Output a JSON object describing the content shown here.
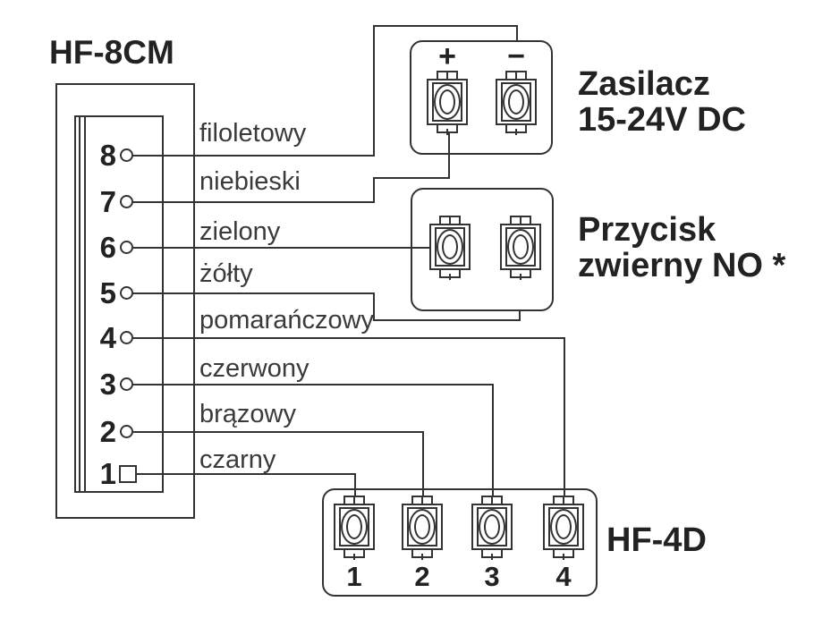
{
  "diagram": {
    "title": "HF-8CM",
    "connector": {
      "pins": [
        {
          "number": "8",
          "wire_label": "filoletowy"
        },
        {
          "number": "7",
          "wire_label": "niebieski"
        },
        {
          "number": "6",
          "wire_label": "zielony"
        },
        {
          "number": "5",
          "wire_label": "żółty"
        },
        {
          "number": "4",
          "wire_label": "pomarańczowy"
        },
        {
          "number": "3",
          "wire_label": "czerwony"
        },
        {
          "number": "2",
          "wire_label": "brązowy"
        },
        {
          "number": "1",
          "wire_label": "czarny"
        }
      ]
    },
    "power_supply": {
      "terminal_plus": "+",
      "terminal_minus": "−",
      "label_line1": "Zasilacz",
      "label_line2": "15-24V DC"
    },
    "push_button": {
      "label_line1": "Przycisk",
      "label_line2": "zwierny NO *"
    },
    "hf4d": {
      "label": "HF-4D",
      "terminal_numbers": [
        "1",
        "2",
        "3",
        "4"
      ]
    },
    "colors": {
      "line": "#333333",
      "text": "#222222",
      "background": "#ffffff"
    }
  }
}
